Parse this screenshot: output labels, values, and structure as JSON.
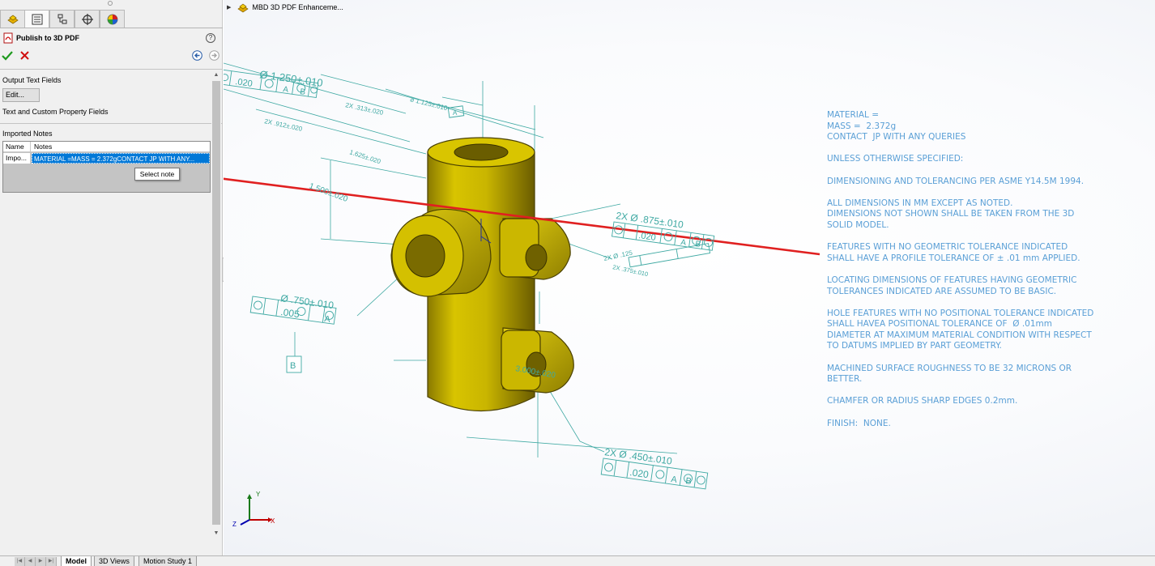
{
  "property_manager": {
    "title": "Publish to 3D PDF",
    "help_glyph": "?",
    "sections": {
      "output_text_fields": "Output Text Fields",
      "edit_button": "Edit...",
      "text_custom_property_fields": "Text and Custom Property Fields",
      "imported_notes": "Imported Notes"
    },
    "notes_table": {
      "columns": [
        "Name",
        "Notes"
      ],
      "rows": [
        {
          "name": "Impo...",
          "notes": "MATERIAL =MASS =  2.372gCONTACT  JP WITH ANY..."
        }
      ]
    },
    "tooltip": "Select note",
    "tabs": [
      "feature-manager-icon",
      "property-manager-icon",
      "configuration-manager-icon",
      "dimxpert-manager-icon",
      "display-manager-icon"
    ],
    "icons": {
      "ok": "check-icon",
      "cancel": "x-icon",
      "back": "back-arrow-icon",
      "forward": "forward-arrow-icon"
    }
  },
  "graphics": {
    "tree_item": "MBD 3D PDF Enhanceme...",
    "triad": {
      "x": "X",
      "y": "Y",
      "z": "Z"
    },
    "annotations": {
      "top_dia": "Ø 1.250±.010",
      "top_fcf": [
        ".020",
        "A",
        "B"
      ],
      "datum_a": "A",
      "slant_1": "2X .313±.020",
      "slant_2": "2X .912±.020",
      "slant_3": "1.625±.020",
      "slant_4": "⌀ 1.125±.010",
      "left_vert": "1.500±.020",
      "right_dia": "2X Ø .875±.010",
      "right_fcf": [
        ".020",
        "A",
        "B"
      ],
      "right_small_1": "2X Ø .125",
      "right_small_2": "2X .375±.010",
      "left_dia": "Ø .750±.010",
      "left_fcf": [
        ".005",
        "A"
      ],
      "datum_b": "B",
      "bottom_boss": "3.000±.020",
      "bottom_dia": "2X Ø .450±.010",
      "bottom_fcf": [
        ".020",
        "A",
        "B"
      ],
      "mmc": "M"
    },
    "general_notes": [
      "MATERIAL =",
      "MASS =  2.372g",
      "CONTACT  JP WITH ANY QUERIES",
      "",
      "UNLESS OTHERWISE SPECIFIED:",
      "",
      "DIMENSIONING AND TOLERANCING PER ASME Y14.5M 1994.",
      "",
      "ALL DIMENSIONS IN MM EXCEPT AS NOTED.",
      "DIMENSIONS NOT SHOWN SHALL BE TAKEN FROM THE 3D",
      "SOLID MODEL.",
      "",
      "FEATURES WITH NO GEOMETRIC TOLERANCE INDICATED",
      "SHALL HAVE A PROFILE TOLERANCE OF ± .01 mm APPLIED.",
      "",
      "LOCATING DIMENSIONS OF FEATURES HAVING GEOMETRIC",
      "TOLERANCES INDICATED ARE ASSUMED TO BE BASIC.",
      "",
      "HOLE FEATURES WITH NO POSITIONAL TOLERANCE INDICATED",
      "SHALL HAVEA POSITIONAL TOLERANCE OF  Ø .01mm",
      "DIAMETER AT MAXIMUM MATERIAL CONDITION WITH RESPECT",
      "TO DATUMS IMPLIED BY PART GEOMETRY.",
      "",
      "MACHINED SURFACE ROUGHNESS TO BE 32 MICRONS OR",
      "BETTER.",
      "",
      "CHAMFER OR RADIUS SHARP EDGES 0.2mm.",
      "",
      "FINISH:  NONE."
    ],
    "colors": {
      "annotation": "#3fa9a3",
      "notes": "#5a9fd6",
      "part": "#c8b400",
      "leader": "#e02020",
      "selection": "#0078d7"
    }
  },
  "bottom_tabs": {
    "model": "Model",
    "views3d": "3D Views",
    "motion": "Motion Study 1"
  }
}
